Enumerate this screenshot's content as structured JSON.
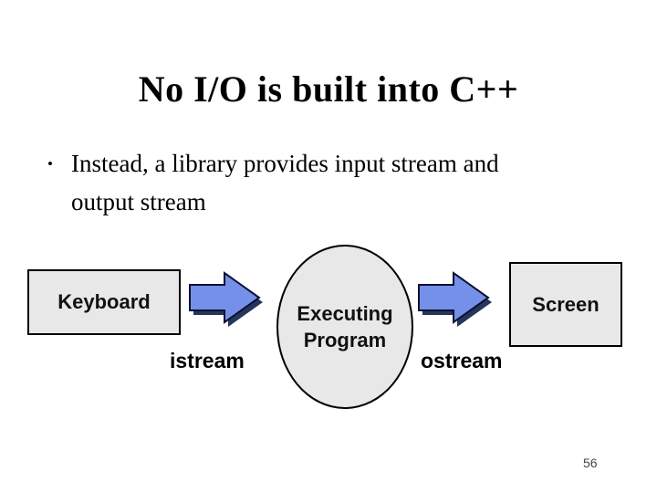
{
  "slide": {
    "title": "No I/O is built into C++",
    "bullet": {
      "marker": "•",
      "lines": {
        "0": "Instead, a library provides input stream and",
        "1": "output stream"
      }
    },
    "diagram": {
      "keyboard_label": "Keyboard",
      "executing_lines": {
        "0": "Executing",
        "1": "Program"
      },
      "screen_label": "Screen",
      "istream_label": "istream",
      "ostream_label": "ostream",
      "arrow_icon": "right-block-arrow"
    },
    "page_number": "56",
    "colors": {
      "background": "#ffffff",
      "shape_fill": "#e8e8e8",
      "shape_border": "#000000",
      "arrow_fill": "#7590e8",
      "arrow_shadow": "#26355c",
      "arrow_outline": "#0b1030",
      "text": "#000000"
    }
  }
}
